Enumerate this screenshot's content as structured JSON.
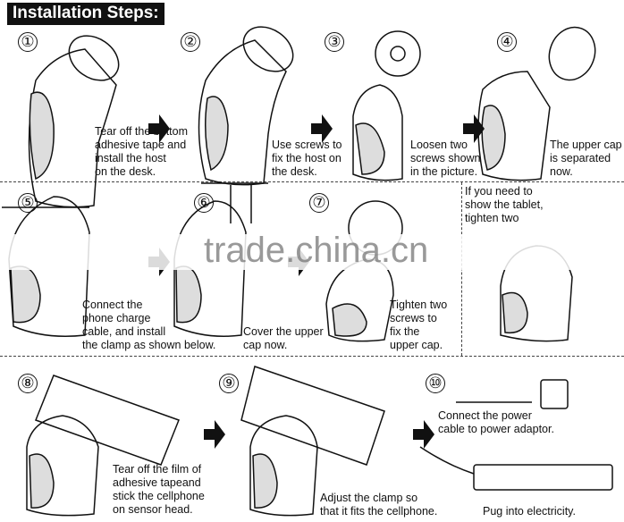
{
  "title": "Installation Steps:",
  "watermark": "trade.china.cn",
  "steps": [
    {
      "num": "①",
      "text": "Tear off the bottom\nadhesive tape and\ninstall the host\non the desk."
    },
    {
      "num": "②",
      "text": "Use screws to\nfix the host on\nthe desk."
    },
    {
      "num": "③",
      "text": "Loosen two\nscrews shown\nin the picture."
    },
    {
      "num": "④",
      "text": "The upper cap\nis separated\nnow."
    },
    {
      "num": "⑤",
      "text": "Connect the\nphone charge\ncable, and install\nthe clamp as shown below."
    },
    {
      "num": "⑥",
      "text": "Cover the upper\ncap now."
    },
    {
      "num": "⑦",
      "text": "Tighten two\nscrews to\nfix the\nupper cap."
    },
    {
      "num": "",
      "text": "If you need to\nshow the tablet,\ntighten two"
    },
    {
      "num": "⑧",
      "text": "Tear off the film of\nadhesive tapeand\nstick the cellphone\non sensor head."
    },
    {
      "num": "⑨",
      "text": "Adjust the clamp so\nthat it fits the cellphone."
    },
    {
      "num": "⑩",
      "text": "Connect the power\ncable to power adaptor."
    },
    {
      "num": "",
      "text": "Pug into electricity."
    }
  ]
}
